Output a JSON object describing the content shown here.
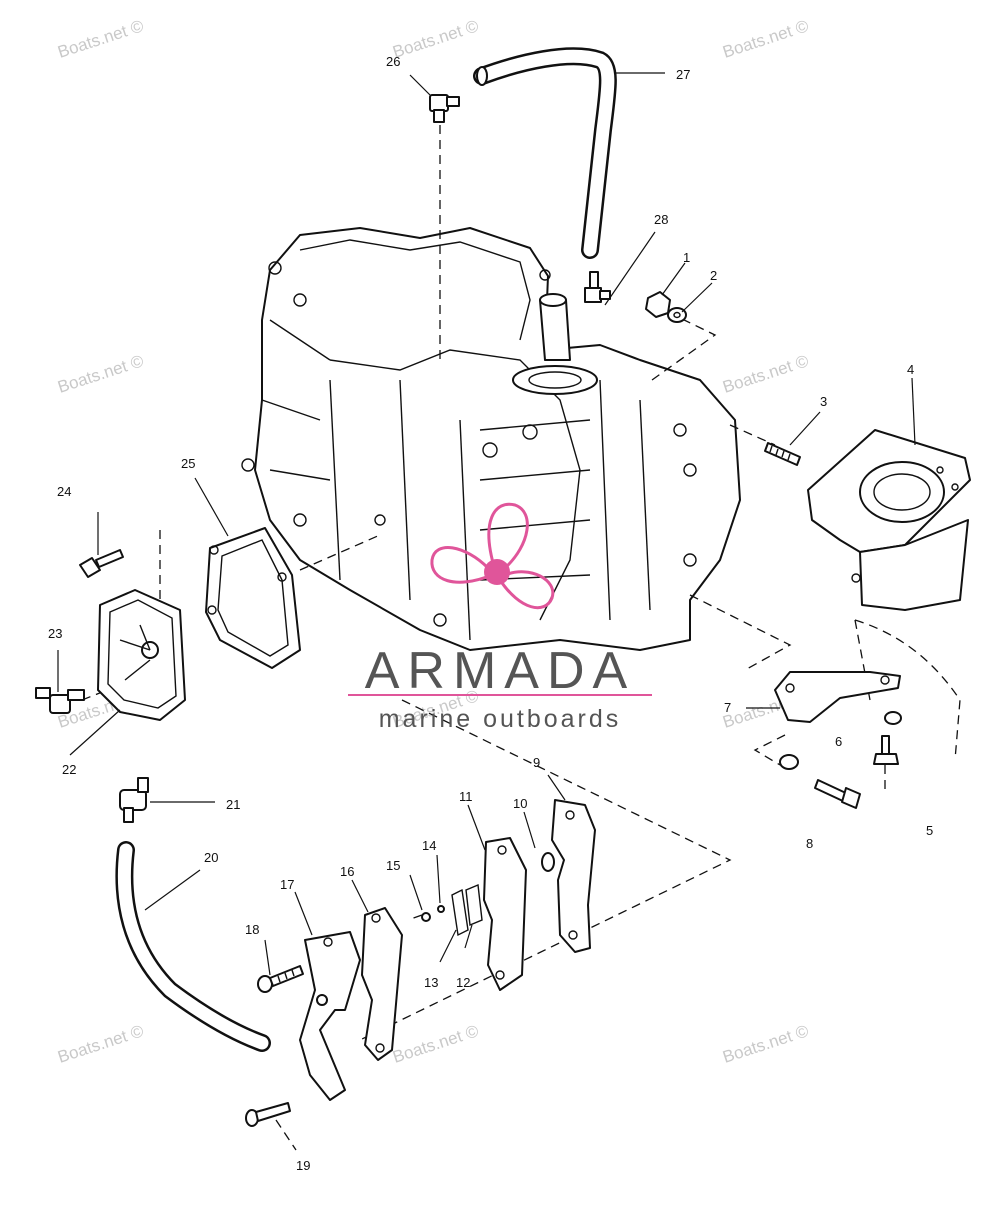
{
  "callouts": [
    {
      "id": "1",
      "text": "1"
    },
    {
      "id": "2",
      "text": "2"
    },
    {
      "id": "3",
      "text": "3"
    },
    {
      "id": "4",
      "text": "4"
    },
    {
      "id": "5",
      "text": "5"
    },
    {
      "id": "6",
      "text": "6"
    },
    {
      "id": "7",
      "text": "7"
    },
    {
      "id": "8",
      "text": "8"
    },
    {
      "id": "9",
      "text": "9"
    },
    {
      "id": "10",
      "text": "10"
    },
    {
      "id": "11",
      "text": "11"
    },
    {
      "id": "12",
      "text": "12"
    },
    {
      "id": "13",
      "text": "13"
    },
    {
      "id": "14",
      "text": "14"
    },
    {
      "id": "15",
      "text": "15"
    },
    {
      "id": "16",
      "text": "16"
    },
    {
      "id": "17",
      "text": "17"
    },
    {
      "id": "18",
      "text": "18"
    },
    {
      "id": "19",
      "text": "19"
    },
    {
      "id": "20",
      "text": "20"
    },
    {
      "id": "21",
      "text": "21"
    },
    {
      "id": "22",
      "text": "22"
    },
    {
      "id": "23",
      "text": "23"
    },
    {
      "id": "24",
      "text": "24"
    },
    {
      "id": "25",
      "text": "25"
    },
    {
      "id": "26",
      "text": "26"
    },
    {
      "id": "27",
      "text": "27"
    },
    {
      "id": "28",
      "text": "28"
    }
  ],
  "watermark": {
    "text": "Boats.net ©"
  },
  "logo": {
    "brand": "ARMADA",
    "tagline": "marine outboards",
    "accent_color": "#e0559a",
    "text_color": "#555555"
  },
  "colors": {
    "line": "#111111",
    "background": "#ffffff",
    "watermark": "#c9c9c9"
  }
}
